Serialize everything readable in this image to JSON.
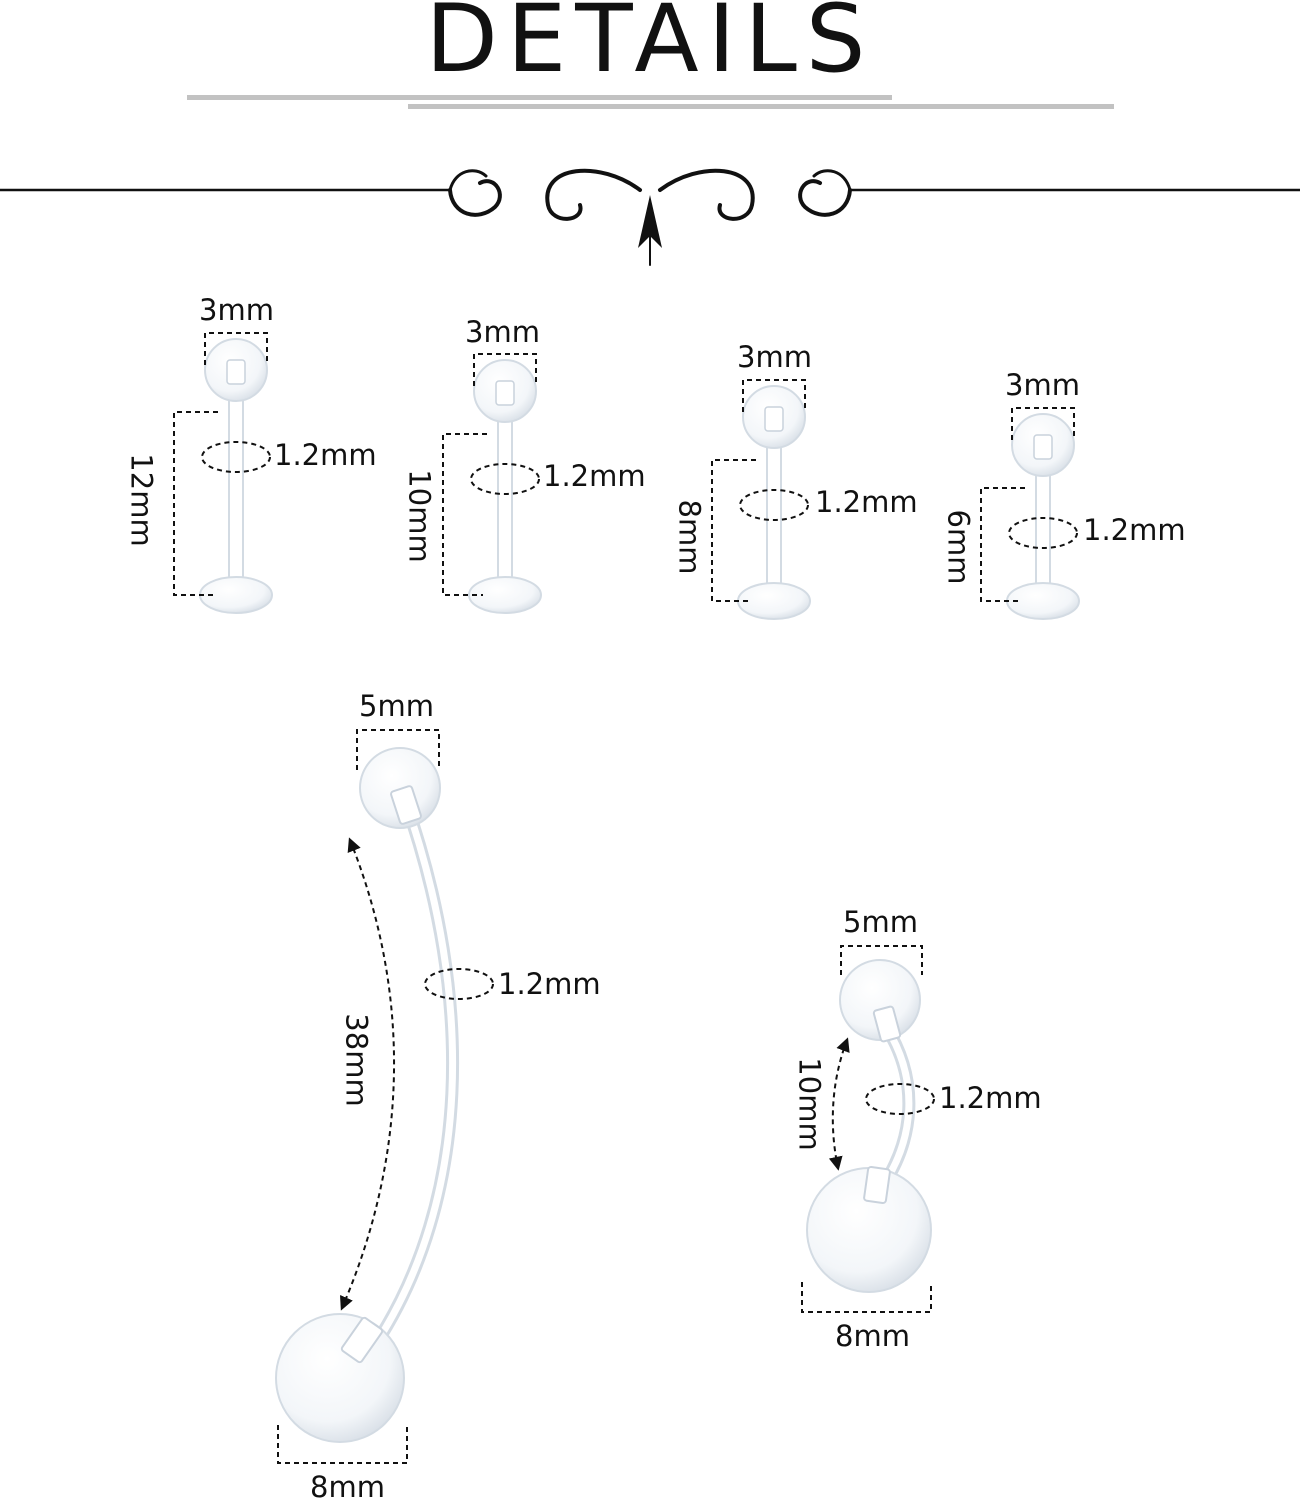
{
  "title": "DETAILS",
  "labrets": [
    {
      "ball": "3mm",
      "bar": "1.2mm",
      "length": "12mm"
    },
    {
      "ball": "3mm",
      "bar": "1.2mm",
      "length": "10mm"
    },
    {
      "ball": "3mm",
      "bar": "1.2mm",
      "length": "8mm"
    },
    {
      "ball": "3mm",
      "bar": "1.2mm",
      "length": "6mm"
    }
  ],
  "long_barbell": {
    "top_ball": "5mm",
    "bar": "1.2mm",
    "length": "38mm",
    "bottom_ball": "8mm"
  },
  "short_barbell": {
    "top_ball": "5mm",
    "bar": "1.2mm",
    "length": "10mm",
    "bottom_ball": "8mm"
  }
}
